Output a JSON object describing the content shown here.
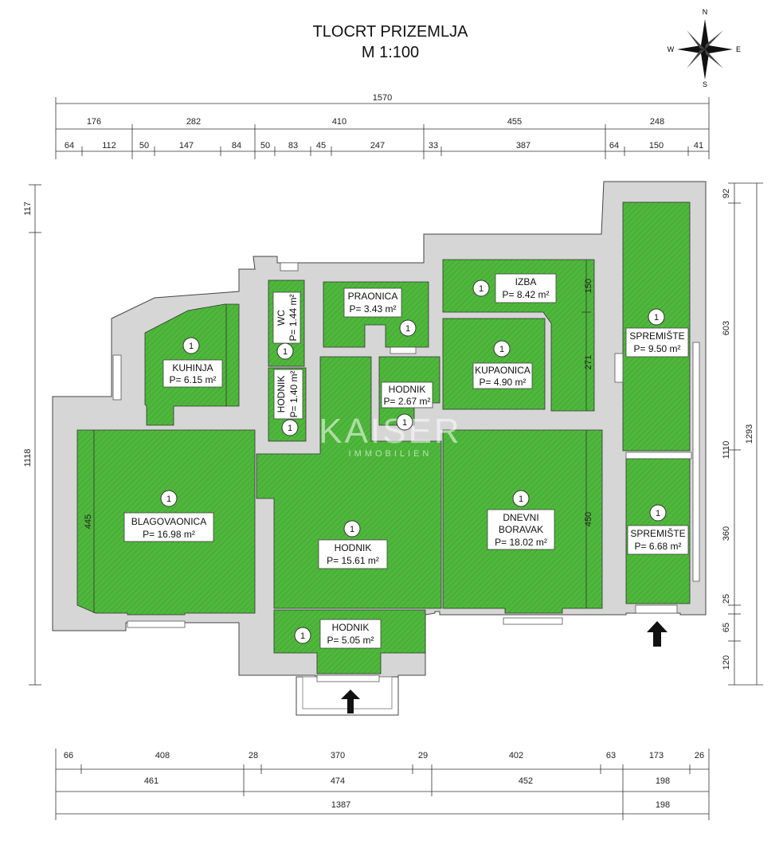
{
  "title": {
    "line1": "TLOCRT PRIZEMLJA",
    "line2": "M 1:100"
  },
  "compass": {
    "n": "N",
    "e": "E",
    "s": "S",
    "w": "W"
  },
  "colors": {
    "room_fill": "#4fb83c",
    "hatch_line": "#3e9a2f",
    "wall": "#d6d6d6"
  },
  "watermark": {
    "main": "KAISER",
    "sub": "IMMOBILIEN"
  },
  "dims": {
    "top_total": "1570",
    "top_mid": [
      "176",
      "282",
      "410",
      "455",
      "248"
    ],
    "top_detail": [
      "64",
      "112",
      "50",
      "147",
      "84",
      "50",
      "83",
      "45",
      "247",
      "33",
      "387",
      "64",
      "150",
      "41"
    ],
    "left": [
      "117",
      "1118"
    ],
    "right_inner": [
      "92",
      "603",
      "1110",
      "360",
      "25",
      "65",
      "120"
    ],
    "right_outer": [
      "1293"
    ],
    "bottom_detail": [
      "66",
      "408",
      "28",
      "370",
      "29",
      "402",
      "63",
      "173",
      "26"
    ],
    "bottom_mid": [
      "461",
      "474",
      "452",
      "198"
    ],
    "bottom_total": [
      "1387",
      "198"
    ],
    "inner": {
      "kupaonica_h1": "150",
      "kupaonica_h2": "271",
      "blago": "445",
      "dnevni": "450"
    }
  },
  "rooms": [
    {
      "marker": "1",
      "name": "KUHINJA",
      "area": "P= 6.15 m²"
    },
    {
      "marker": "1",
      "name": "BLAGOVAONICA",
      "area": "P= 16.98  m²"
    },
    {
      "marker": "1",
      "name": "WC",
      "area": "P= 1.44 m²"
    },
    {
      "marker": "1",
      "name": "HODNIK",
      "area": "P= 1.40 m²"
    },
    {
      "marker": "1",
      "name": "PRAONICA",
      "area": "P= 3.43 m²"
    },
    {
      "marker": "1",
      "name": "HODNIK",
      "area": "P= 2.67 m²"
    },
    {
      "marker": "1",
      "name": "IZBA",
      "area": "P= 8.42 m²"
    },
    {
      "marker": "1",
      "name": "KUPAONICA",
      "area": "P= 4.90 m²"
    },
    {
      "marker": "1",
      "name": "SPREMIŠTE",
      "area": "P= 9.50 m²"
    },
    {
      "marker": "1",
      "name": "HODNIK",
      "area": "P= 15.61 m²"
    },
    {
      "marker": "1",
      "name": "DNEVNI",
      "name2": "BORAVAK",
      "area": "P= 18.02 m²"
    },
    {
      "marker": "1",
      "name": "SPREMIŠTE",
      "area": "P= 6.68 m²"
    },
    {
      "marker": "1",
      "name": "HODNIK",
      "area": "P= 5.05 m²"
    }
  ]
}
